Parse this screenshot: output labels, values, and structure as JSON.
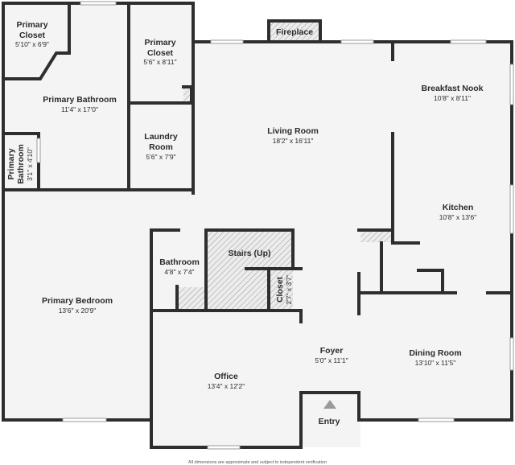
{
  "colors": {
    "wall": "#2e2e2e",
    "floor": "#f4f4f4",
    "hatch": "#9a9a9a",
    "text": "#2b2b2b"
  },
  "rooms": {
    "primary_closet_a": {
      "name_line1": "Primary",
      "name_line2": "Closet",
      "dims": "5'10\" x 6'9\""
    },
    "primary_closet_b": {
      "name_line1": "Primary",
      "name_line2": "Closet",
      "dims": "5'6\" x 8'11\""
    },
    "primary_bathroom": {
      "name": "Primary Bathroom",
      "dims": "11'4\" x 17'0\""
    },
    "primary_bathroom_small": {
      "name_line1": "Primary",
      "name_line2": "Bathroom",
      "dims": "3'1\" x 4'10\""
    },
    "laundry": {
      "name_line1": "Laundry",
      "name_line2": "Room",
      "dims": "5'6\" x 7'9\""
    },
    "living_room": {
      "name": "Living Room",
      "dims": "18'2\" x 16'11\""
    },
    "fireplace": {
      "name": "Fireplace"
    },
    "breakfast_nook": {
      "name": "Breakfast Nook",
      "dims": "10'8\" x 8'11\""
    },
    "kitchen": {
      "name": "Kitchen",
      "dims": "10'8\" x 13'6\""
    },
    "stairs": {
      "name": "Stairs (Up)"
    },
    "bathroom": {
      "name": "Bathroom",
      "dims": "4'8\" x 7'4\""
    },
    "closet": {
      "name": "Closet",
      "dims": "2'7\" x 3'7\""
    },
    "primary_bedroom": {
      "name": "Primary Bedroom",
      "dims": "13'6\" x 20'9\""
    },
    "foyer": {
      "name": "Foyer",
      "dims": "5'0\" x 11'1\""
    },
    "dining_room": {
      "name": "Dining Room",
      "dims": "13'10\" x 11'5\""
    },
    "office": {
      "name": "Office",
      "dims": "13'4\" x 12'2\""
    },
    "entry": {
      "name": "Entry"
    }
  },
  "footnote": "All dimensions are approximate and subject to independent verification"
}
